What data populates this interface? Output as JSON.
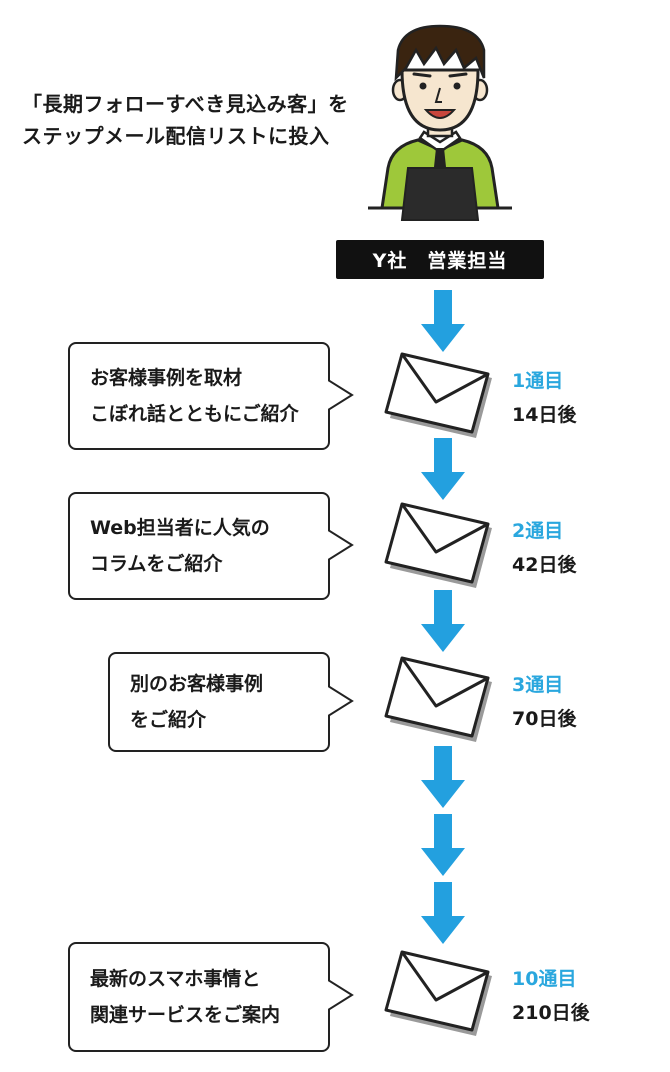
{
  "intro": {
    "line1": "「長期フォローすべき見込み客」を",
    "line2": "ステップメール配信リストに投入"
  },
  "sender_label": "Y社　営業担当",
  "steps": [
    {
      "bubble_line1": "お客様事例を取材",
      "bubble_line2": "こぼれ話とともにご紹介",
      "count": "1通目",
      "days": "14日後"
    },
    {
      "bubble_line1": "Web担当者に人気の",
      "bubble_line2": "コラムをご紹介",
      "count": "2通目",
      "days": "42日後"
    },
    {
      "bubble_line1": "別のお客様事例",
      "bubble_line2": "をご紹介",
      "count": "3通目",
      "days": "70日後"
    },
    {
      "bubble_line1": "最新のスマホ事情と",
      "bubble_line2": "関連サービスをご案内",
      "count": "10通目",
      "days": "210日後"
    }
  ],
  "colors": {
    "arrow": "#23a0df",
    "count_text": "#2aa7de",
    "shirt": "#9ec83a",
    "label_bg": "#111111"
  },
  "icons": [
    "salesperson-illustration",
    "envelope-icon",
    "down-arrow-icon"
  ]
}
